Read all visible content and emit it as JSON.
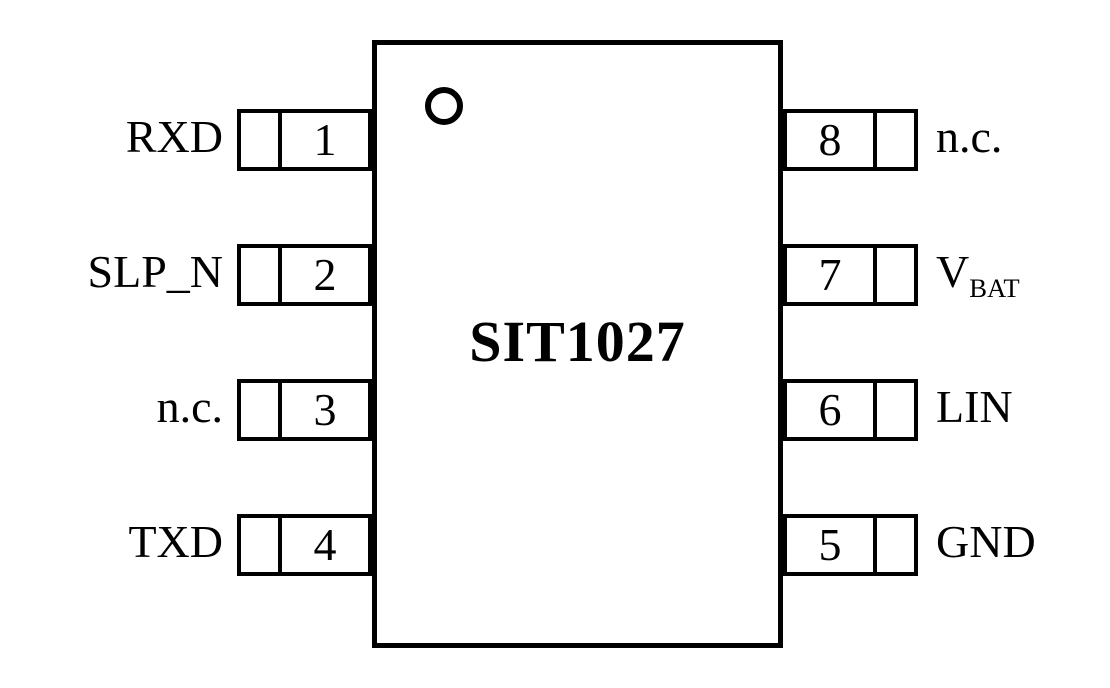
{
  "diagram": {
    "type": "ic-pinout",
    "chip_name": "SIT1027",
    "package_pins": 8,
    "colors": {
      "line": "#000000",
      "background": "#ffffff"
    }
  },
  "pins": {
    "left": [
      {
        "number": "1",
        "label": "RXD",
        "label_sub": ""
      },
      {
        "number": "2",
        "label": "SLP_N",
        "label_sub": ""
      },
      {
        "number": "3",
        "label": "n.c.",
        "label_sub": ""
      },
      {
        "number": "4",
        "label": "TXD",
        "label_sub": ""
      }
    ],
    "right": [
      {
        "number": "8",
        "label": "n.c.",
        "label_sub": ""
      },
      {
        "number": "7",
        "label": "V",
        "label_sub": "BAT"
      },
      {
        "number": "6",
        "label": "LIN",
        "label_sub": ""
      },
      {
        "number": "5",
        "label": "GND",
        "label_sub": ""
      }
    ]
  }
}
